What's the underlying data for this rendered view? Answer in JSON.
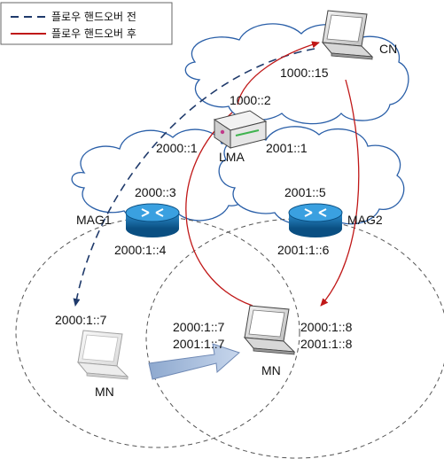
{
  "legend": {
    "before_label": "플로우 핸드오버 전",
    "after_label": "플로우 핸드오버 후",
    "before_color": "#1f3a6b",
    "after_color": "#c01818"
  },
  "nodes": {
    "cn": {
      "label": "CN",
      "address": "1000::15"
    },
    "lma": {
      "label": "LMA",
      "address_top": "1000::2",
      "address_left": "2000::1",
      "address_right": "2001::1"
    },
    "mag1": {
      "label": "MAG1",
      "address_top": "2000::3",
      "address_bottom": "2000:1::4"
    },
    "mag2": {
      "label": "MAG2",
      "address_top": "2001::5",
      "address_bottom": "2001:1::6"
    },
    "mn_old": {
      "label": "MN",
      "address": "2000:1::7"
    },
    "mn_new": {
      "label": "MN",
      "address_1": "2000:1::7",
      "address_2": "2001:1::7"
    },
    "mn_new_right": {
      "address_1": "2000:1::8",
      "address_2": "2001:1::8"
    }
  },
  "icons": {
    "laptop": "laptop-icon",
    "router": "router-icon",
    "server": "server-icon",
    "cloud": "cloud-shape",
    "move_arrow": "movement-arrow"
  }
}
